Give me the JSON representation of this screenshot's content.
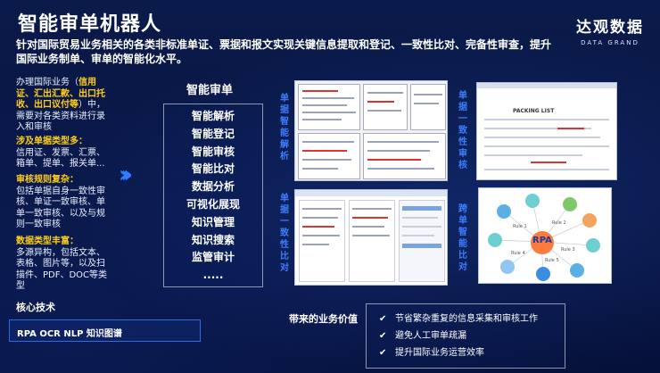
{
  "header": {
    "title": "智能审单机器人",
    "subtitle": "针对国际贸易业务相关的各类非标准单证、票据和报文实现关键信息提取和登记、一致性比对、完备性审查，提升国际业务制单、审单的智能化水平。",
    "logo_cn": "达观数据",
    "logo_en": "DATA GRAND"
  },
  "left": {
    "s1_pre": "办理国际业务（",
    "s1_hl": "信用证、汇出汇款、出口托收、出口议付等",
    "s1_post": "）中，需要对各类资料进行录入和审核",
    "s2_title": "涉及单据类型多：",
    "s2_body": "信用证、发票、汇票、箱单、提单、报关单...",
    "s3_title": "审核规则复杂：",
    "s3_body": "包括单据自身一致性审核、单证一致审核、单单一致审核、以及与规则一致审核",
    "s4_title": "数据类型丰富：",
    "s4_body": "多源异构，包括文本、表格、图片等，以及扫描件、PDF、DOC等类型"
  },
  "core": {
    "label": "核心技术",
    "tech": "RPA OCR  NLP 知识图谱"
  },
  "menu": {
    "title": "智能审单",
    "items": [
      "智能解析",
      "智能登记",
      "智能审核",
      "智能比对",
      "数据分析",
      "可视化展现",
      "知识管理",
      "知识搜索",
      "监管审计",
      "....."
    ]
  },
  "panels": {
    "p1_label": "单据智能解析",
    "p2_label": "单据一致性审核",
    "p3_label": "单据一致性比对",
    "p4_label": "跨单智能比对",
    "rpa_text": "RPA",
    "packing_list": "PACKING LIST",
    "rules": [
      "Rule 1",
      "Rule 2",
      "Rule 3",
      "Rule 4",
      "Rule 5"
    ]
  },
  "value": {
    "label": "带来的业务价值",
    "items": [
      "节省繁杂重复的信息采集和审核工作",
      "避免人工审单疏漏",
      "提升国际业务运营效率"
    ]
  }
}
